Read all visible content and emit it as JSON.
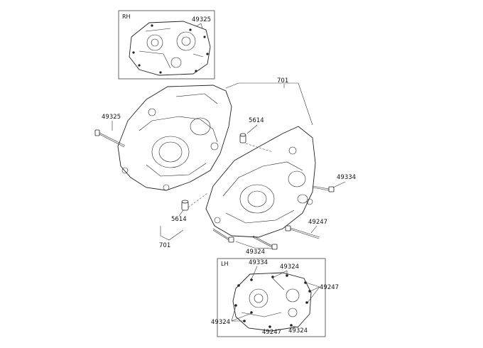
{
  "inset_rh": {
    "tag": "RH",
    "label": "49325"
  },
  "inset_lh": {
    "tag": "LH",
    "labels": {
      "top_left": "49334",
      "top_mid": "49324",
      "right": "49247",
      "left": "49324",
      "bottom_mid": "49247",
      "bottom_right": "49324"
    }
  },
  "main": {
    "bolt_left": "49325",
    "assembly_top": "701",
    "dowel_top": "5614",
    "bolt_right": "49334",
    "bolt_lower_right": "49247",
    "dowel_bottom": "5614",
    "assembly_bottom": "701",
    "bolt_bottom": "49324"
  }
}
